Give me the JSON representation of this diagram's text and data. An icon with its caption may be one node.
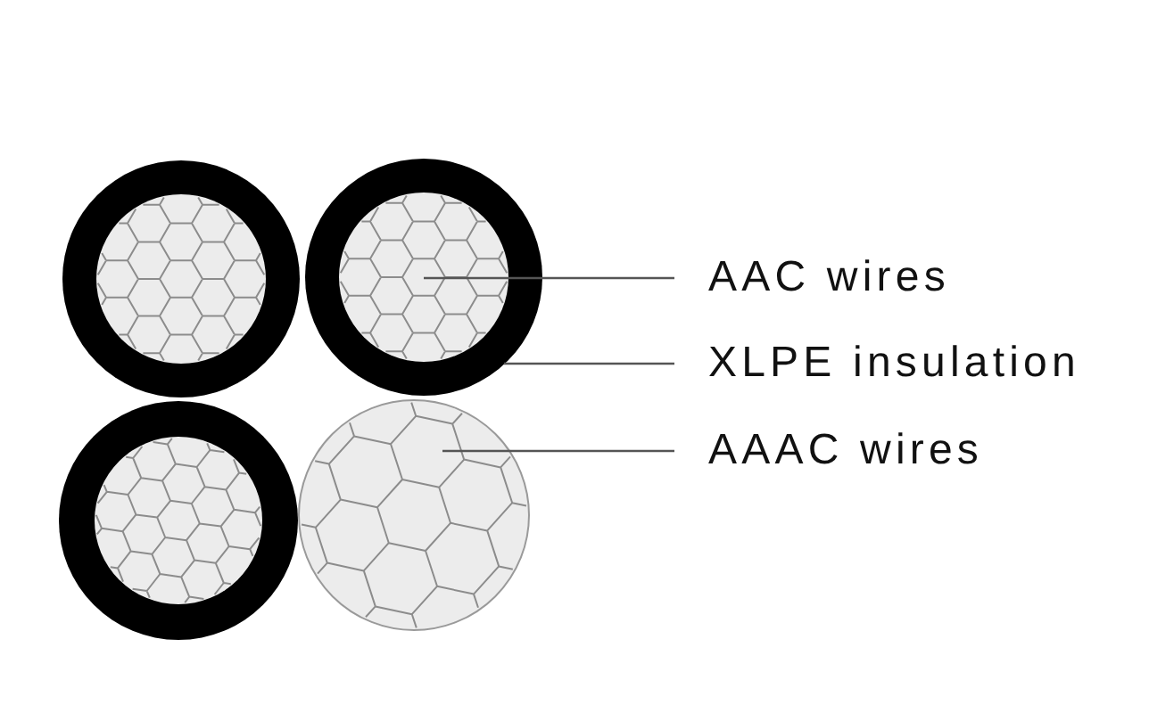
{
  "diagram": {
    "nodes": [
      {
        "text": [],
        "shape": "circle"
      },
      {
        "text": [],
        "shape": "circle",
        "in": 0
      },
      {
        "text": [
          "AAC wires"
        ]
      },
      {
        "text": [
          "XLPE insulation"
        ]
      },
      {
        "text": [],
        "shape": "circle"
      },
      {
        "text": [
          "AAAC wires"
        ]
      }
    ],
    "edges": [
      {
        "from": 2,
        "to": 1,
        "arrow": "none"
      },
      {
        "from": 3,
        "to": 0,
        "arrow": "none"
      },
      {
        "from": 5,
        "to": 4,
        "arrow": "none"
      }
    ]
  }
}
